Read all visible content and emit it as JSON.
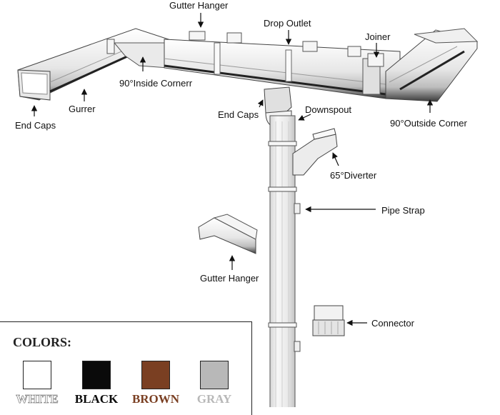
{
  "labels": {
    "gutter_hanger_top": "Gutter Hanger",
    "drop_outlet": "Drop Outlet",
    "joiner": "Joiner",
    "inside_corner": "90°Inside Cornerr",
    "gurrer": "Gurrer",
    "end_caps_left": "End Caps",
    "end_caps_mid": "End Caps",
    "downspout": "Downspout",
    "outside_corner": "90°Outside Corner",
    "diverter": "65°Diverter",
    "pipe_strap": "Pipe Strap",
    "gutter_hanger_mid": "Gutter Hanger",
    "connector": "Connector"
  },
  "legend": {
    "title": "COLORS:",
    "colors": [
      {
        "name": "WHITE",
        "swatch": "#ffffff",
        "text_color": "#ffffff"
      },
      {
        "name": "BLACK",
        "swatch": "#0a0a0a",
        "text_color": "#0a0a0a"
      },
      {
        "name": "BROWN",
        "swatch": "#7a3f22",
        "text_color": "#7a3f22"
      },
      {
        "name": "GRAY",
        "swatch": "#b8b8b8",
        "text_color": "#b8b8b8"
      }
    ]
  },
  "colors": {
    "gutter_face": "#f2f2f2",
    "gutter_shade": "#cfcfcf",
    "gutter_dark": "#2a2a2a",
    "outline": "#444444"
  }
}
